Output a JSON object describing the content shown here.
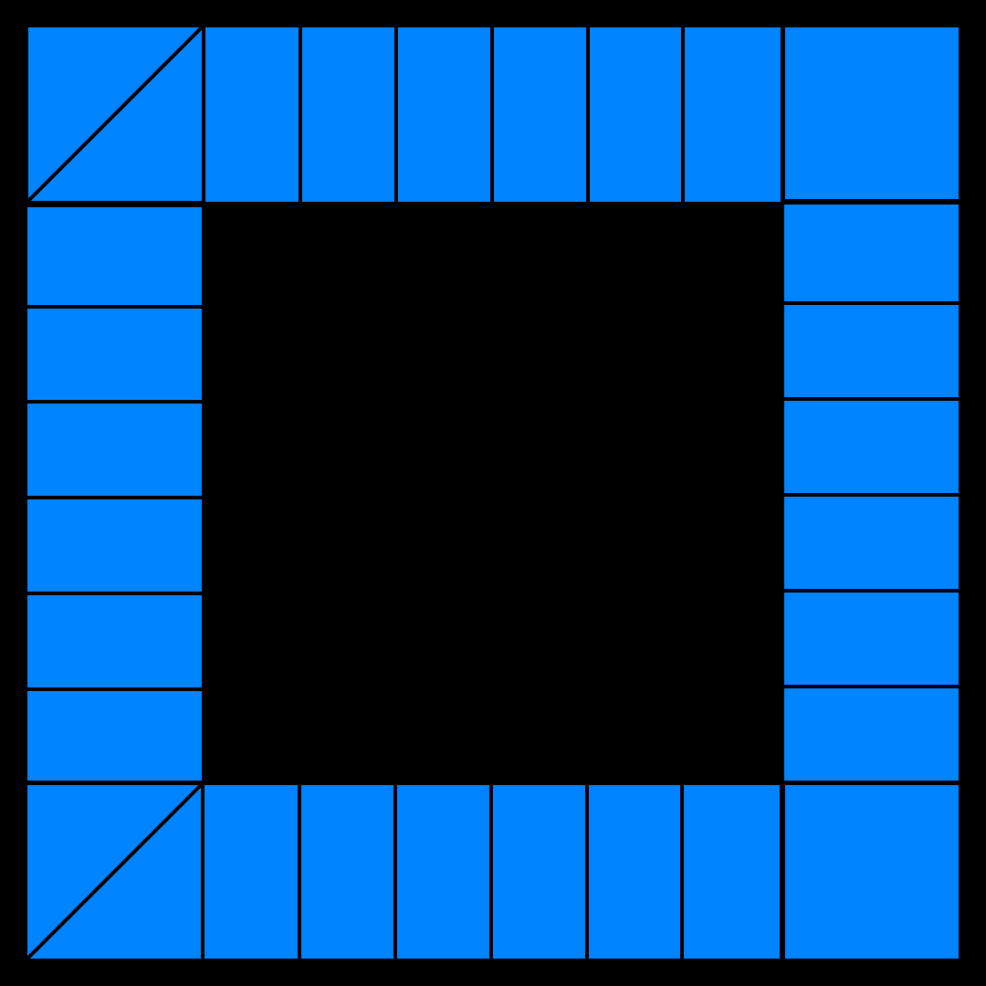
{
  "board": {
    "background_color": "#000000",
    "tile_color": "#0084FF",
    "line_color": "#000000",
    "tiles_per_side": 8,
    "total_spaces": 28,
    "corner_spaces": [
      {
        "position": "top-left",
        "style": "diagonal-split"
      },
      {
        "position": "top-right",
        "style": "plain"
      },
      {
        "position": "bottom-right",
        "style": "plain"
      },
      {
        "position": "bottom-left",
        "style": "diagonal-split"
      }
    ],
    "center": {
      "content": "empty"
    }
  }
}
